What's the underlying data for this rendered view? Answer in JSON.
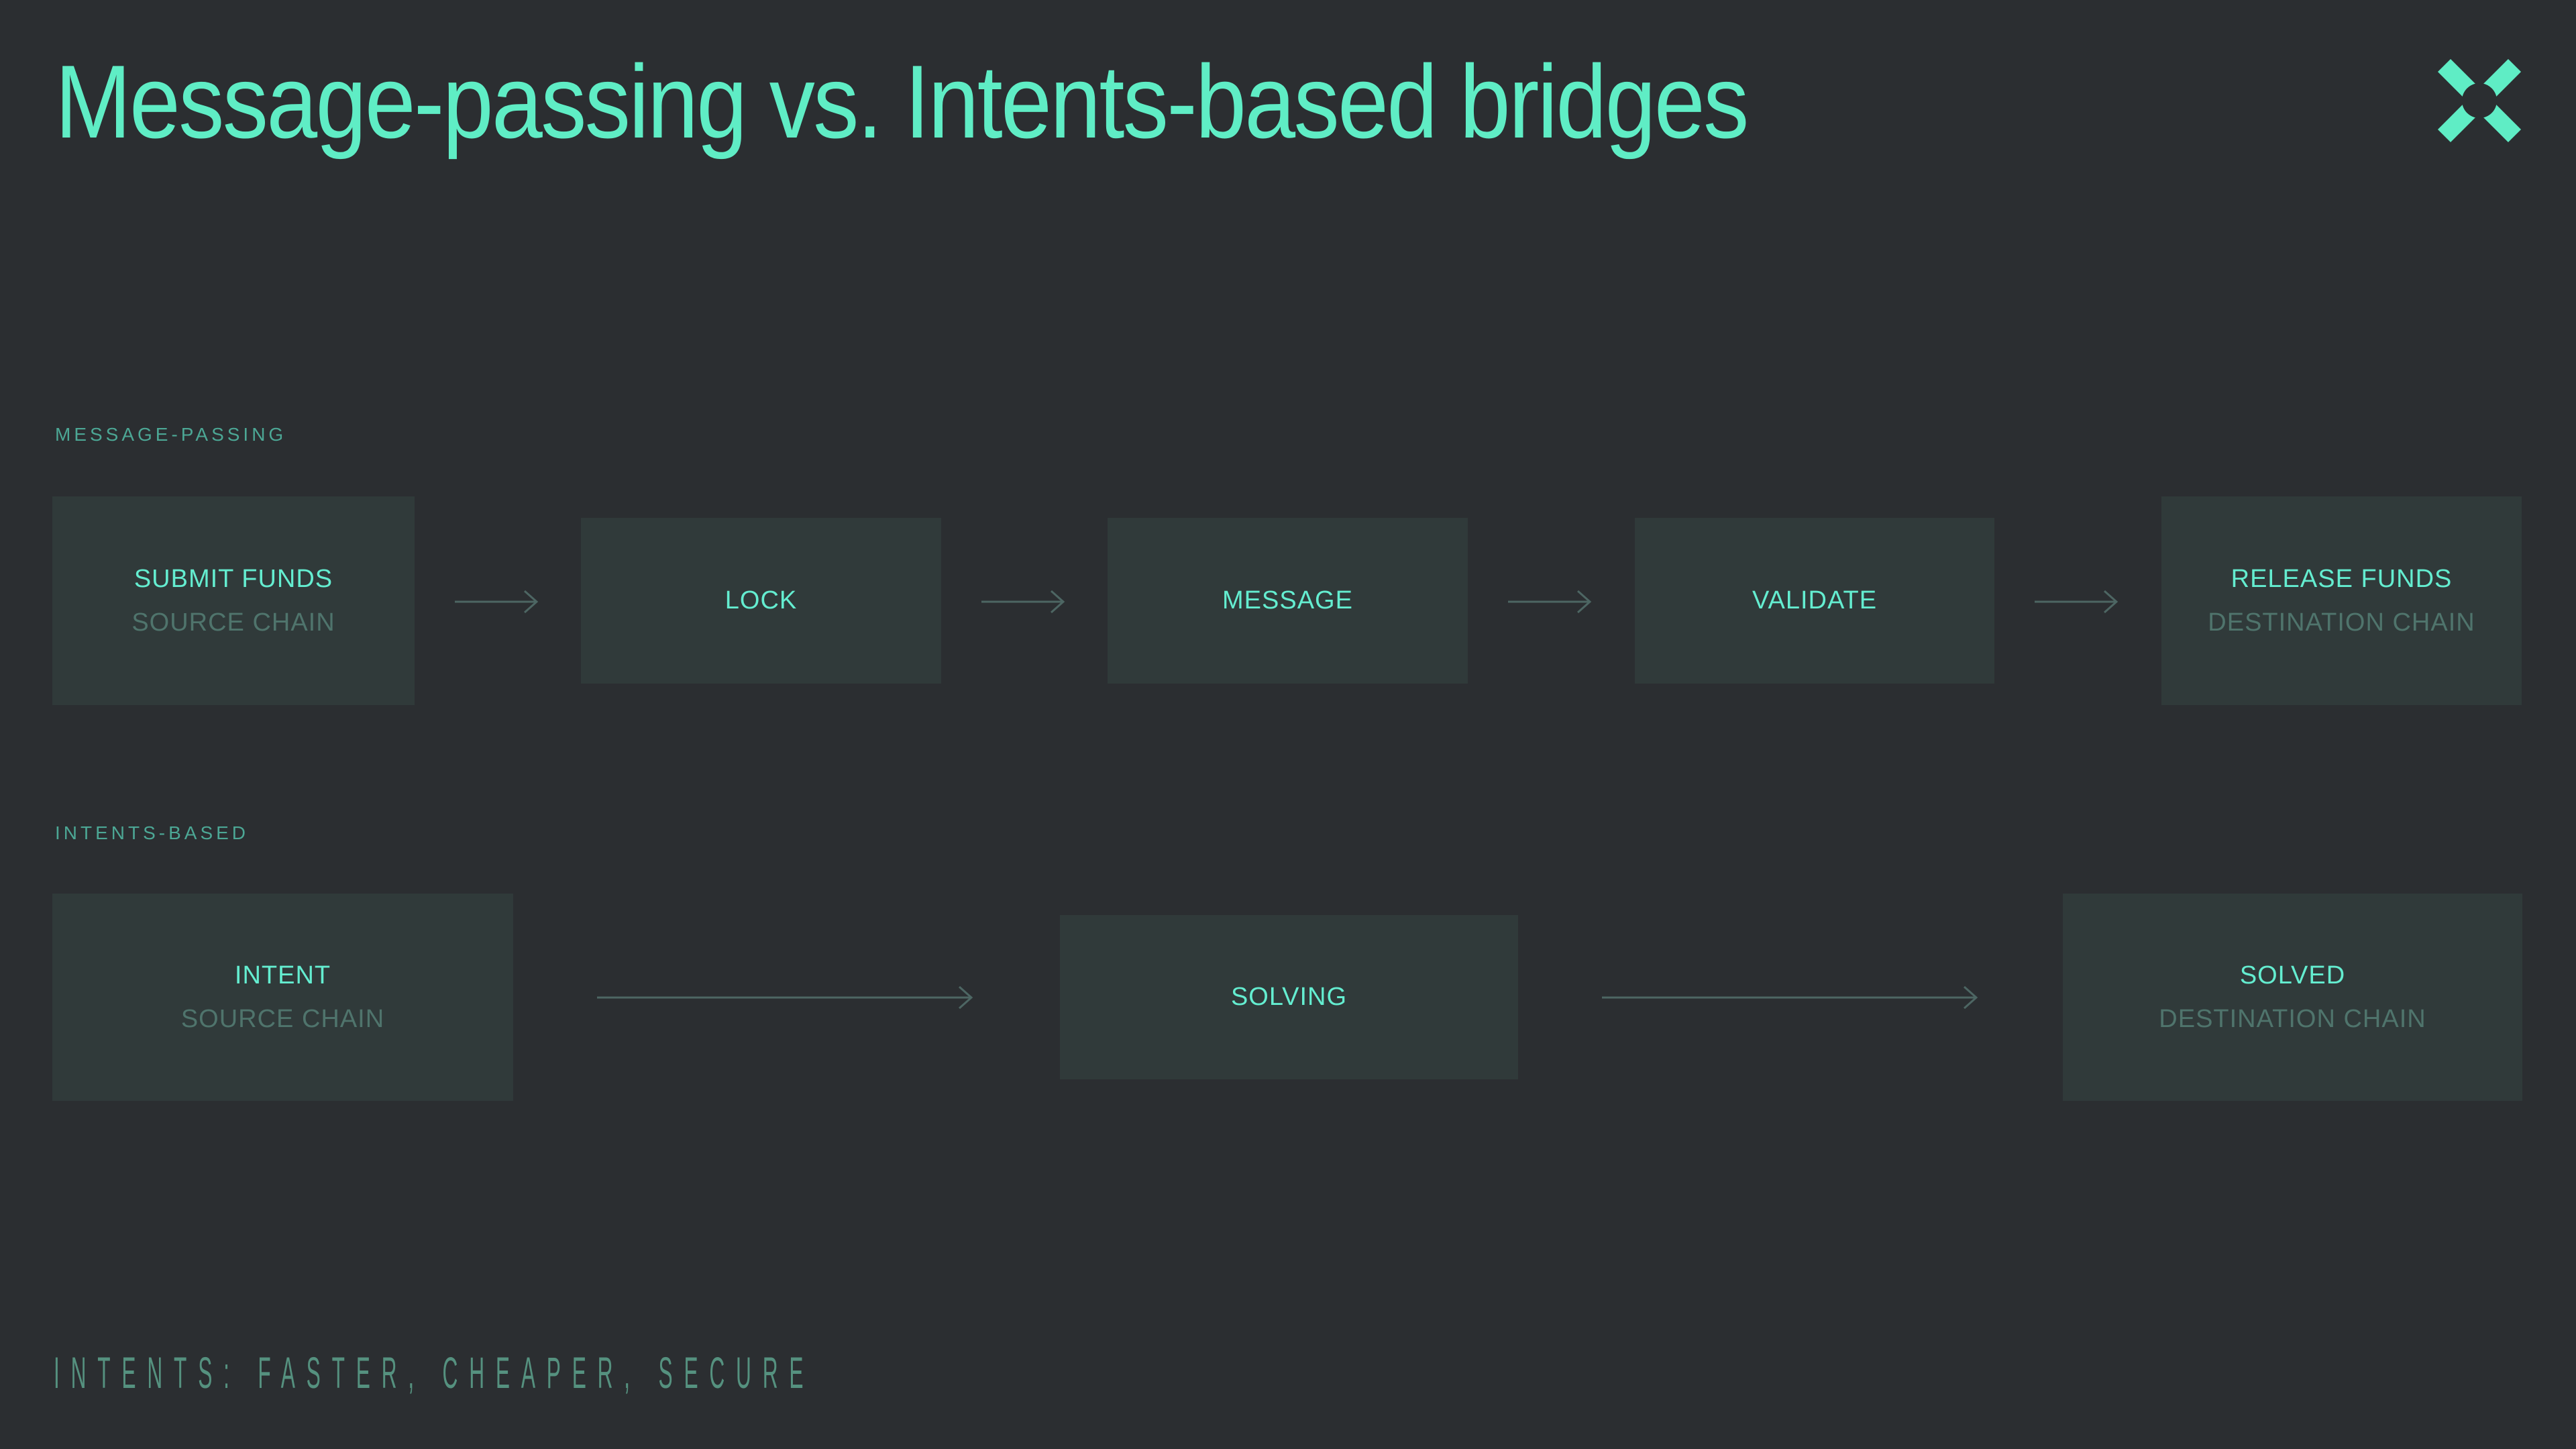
{
  "header": {
    "title": "Message-passing vs. Intents-based bridges"
  },
  "logo": {
    "icon": "x-mark-logo",
    "color": "#5fedc5"
  },
  "sections": [
    {
      "label": "MESSAGE-PASSING",
      "boxes": [
        {
          "main": "SUBMIT FUNDS",
          "sub": "SOURCE CHAIN"
        },
        {
          "main": "LOCK"
        },
        {
          "main": "MESSAGE"
        },
        {
          "main": "VALIDATE"
        },
        {
          "main": "RELEASE FUNDS",
          "sub": "DESTINATION CHAIN"
        }
      ]
    },
    {
      "label": "INTENTS-BASED",
      "boxes": [
        {
          "main": "INTENT",
          "sub": "SOURCE CHAIN"
        },
        {
          "main": "SOLVING"
        },
        {
          "main": "SOLVED",
          "sub": "DESTINATION CHAIN"
        }
      ]
    }
  ],
  "caption": "INTENTS: FASTER, CHEAPER, SECURE",
  "colors": {
    "background": "#2b2e31",
    "box_fill": "#303a3a",
    "title_mint": "#5fedc5",
    "box_text_bright": "#64edd0",
    "box_text_dim": "#4f746c",
    "section_label": "#4ca795",
    "arrow": "#4d6663",
    "caption": "#55917f"
  }
}
